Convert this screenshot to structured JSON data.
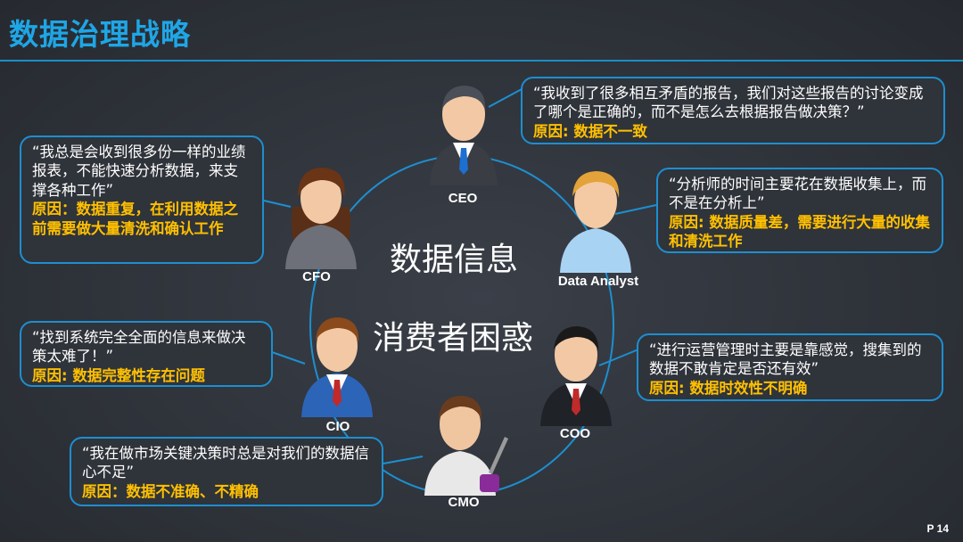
{
  "title": "数据治理战略",
  "center": {
    "line1": "数据信息",
    "line2": "消费者困惑"
  },
  "roles": {
    "ceo": {
      "label": "CEO",
      "quote": "“我收到了很多相互矛盾的报告，我们对这些报告的讨论变成了哪个是正确的，而不是怎么去根据报告做决策？”",
      "reason": "原因: 数据不一致"
    },
    "analyst": {
      "label": "Data Analyst",
      "quote": "“分析师的时间主要花在数据收集上，而不是在分析上”",
      "reason": "原因: 数据质量差，需要进行大量的收集和清洗工作"
    },
    "coo": {
      "label": "COO",
      "quote": "“进行运营管理时主要是靠感觉，搜集到的数据不敢肯定是否还有效”",
      "reason": "原因: 数据时效性不明确"
    },
    "cmo": {
      "label": "CMO",
      "quote": "“我在做市场关键决策时总是对我们的数据信心不足”",
      "reason": "原因：数据不准确、不精确"
    },
    "cio": {
      "label": "CIO",
      "quote": "“找到系统完全全面的信息来做决策太难了！”",
      "reason": "原因: 数据完整性存在问题"
    },
    "cfo": {
      "label": "CFO",
      "quote": "“我总是会收到很多份一样的业绩报表，不能快速分析数据，来支撑各种工作”",
      "reason": "原因：数据重复，在利用数据之前需要做大量清洗和确认工作"
    }
  },
  "page": "P 14",
  "colors": {
    "accent": "#1ea6e6",
    "reason": "#ffc000",
    "border": "#1d8fd0"
  }
}
